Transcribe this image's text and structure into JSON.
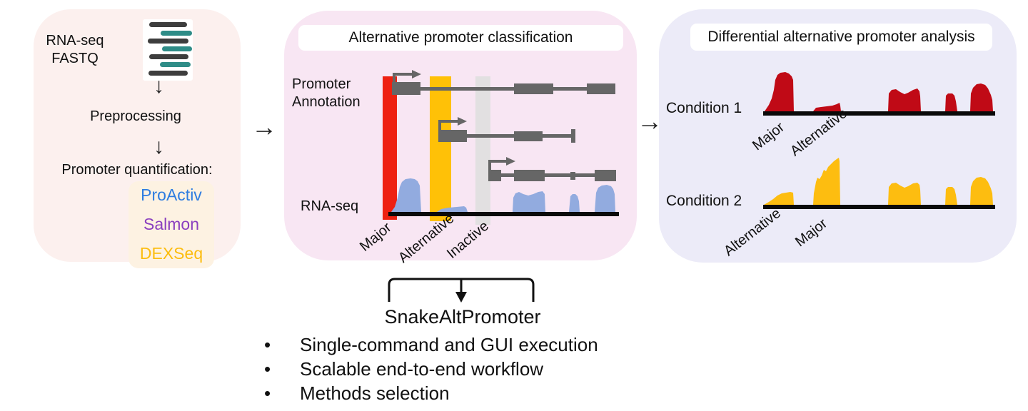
{
  "figure": {
    "arrows": {
      "right": "→",
      "down": "↓"
    },
    "left_panel": {
      "input_label_line1": "RNA-seq",
      "input_label_line2": "FASTQ",
      "fastq_icon_colors": {
        "dark": "#3d3d3d",
        "teal": "#2e8c87"
      },
      "step1": "Preprocessing",
      "step2": "Promoter quantification:",
      "methods": [
        {
          "name": "ProActiv",
          "color": "#2e7de0"
        },
        {
          "name": "Salmon",
          "color": "#8a3fbf"
        },
        {
          "name": "DEXSeq",
          "color": "#fcbd10"
        }
      ]
    },
    "middle_panel": {
      "title": "Alternative promoter classification",
      "y_label_top_line1": "Promoter",
      "y_label_top_line2": "Annotation",
      "y_label_bottom": "RNA-seq",
      "annotation_color": "#666666",
      "coverage_color": "#92abdf",
      "promoter_classes": [
        {
          "label": "Major",
          "color": "#ee2111"
        },
        {
          "label": "Alternative",
          "color": "#ffc107"
        },
        {
          "label": "Inactive",
          "color": "#e2e0e1"
        }
      ]
    },
    "right_panel": {
      "title": "Differential alternative promoter analysis",
      "conditions": [
        {
          "label": "Condition 1",
          "color": "#c00a16",
          "promoter_labels": [
            "Major",
            "Alternative"
          ]
        },
        {
          "label": "Condition 2",
          "color": "#fdbd10",
          "promoter_labels": [
            "Alternative",
            "Major"
          ]
        }
      ]
    },
    "tool": {
      "name": "SnakeAltPromoter",
      "bullet": "•",
      "features": [
        "Single-command and GUI execution",
        "Scalable end-to-end workflow",
        "Methods selection"
      ]
    }
  }
}
